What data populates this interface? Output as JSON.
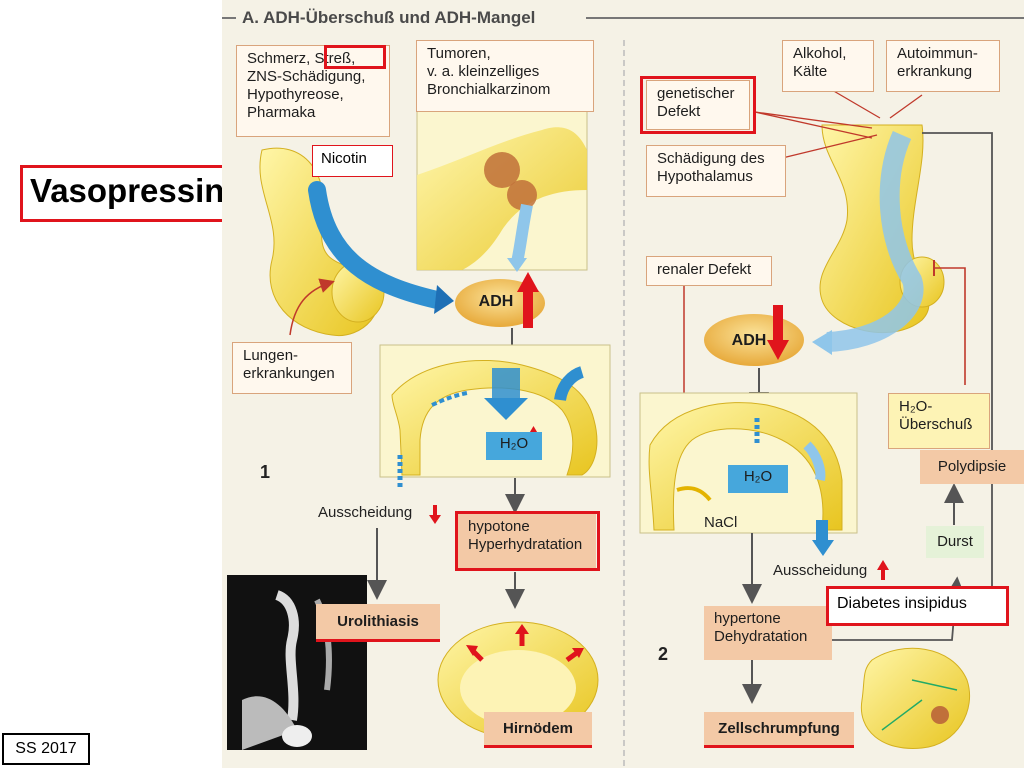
{
  "title": "A. ADH-Überschuß und ADH-Mangel",
  "overlays": {
    "vasopressin": "Vasopressin",
    "nicotin": "Nicotin",
    "diabetes": "Diabetes insipidus",
    "semester": "SS 2017"
  },
  "left": {
    "causes_box": "Schmerz, Streß,\nZNS-Schädigung,\nHypothyreose,\nPharmaka",
    "tumor_box": "Tumoren,\nv. a. kleinzelliges\nBronchialkarzinom",
    "lung_box": "Lungen-\nerkrankungen",
    "adh": "ADH",
    "h2o": "H₂O",
    "panel_number": "1",
    "ausscheidung": "Ausscheidung",
    "hypotone": "hypotone\nHyperhydratation",
    "urolithiasis": "Urolithiasis",
    "hirnoedem": "Hirnödem"
  },
  "right": {
    "genetischer": "genetischer\nDefekt",
    "schaedigung": "Schädigung des\nHypothalamus",
    "alkohol": "Alkohol,\nKälte",
    "autoimmun": "Autoimmun-\nerkrankung",
    "renal": "renaler Defekt",
    "adh": "ADH",
    "h2o": "H₂O",
    "nacl": "NaCl",
    "ausscheidung": "Ausscheidung",
    "panel_number": "2",
    "hypertone": "hypertone\nDehydratation",
    "zellschrumpfung": "Zellschrumpfung",
    "h2o_ueberschuss": "H₂O-\nÜberschuß",
    "polydipsie": "Polydipsie",
    "durst": "Durst"
  },
  "colors": {
    "highlight_red": "#e0141c",
    "gland_yellow": "#f7dd3c",
    "water_blue": "#46a7dc",
    "adh_orange": "#f2c55a",
    "label_salmon": "#f3c9a6"
  }
}
